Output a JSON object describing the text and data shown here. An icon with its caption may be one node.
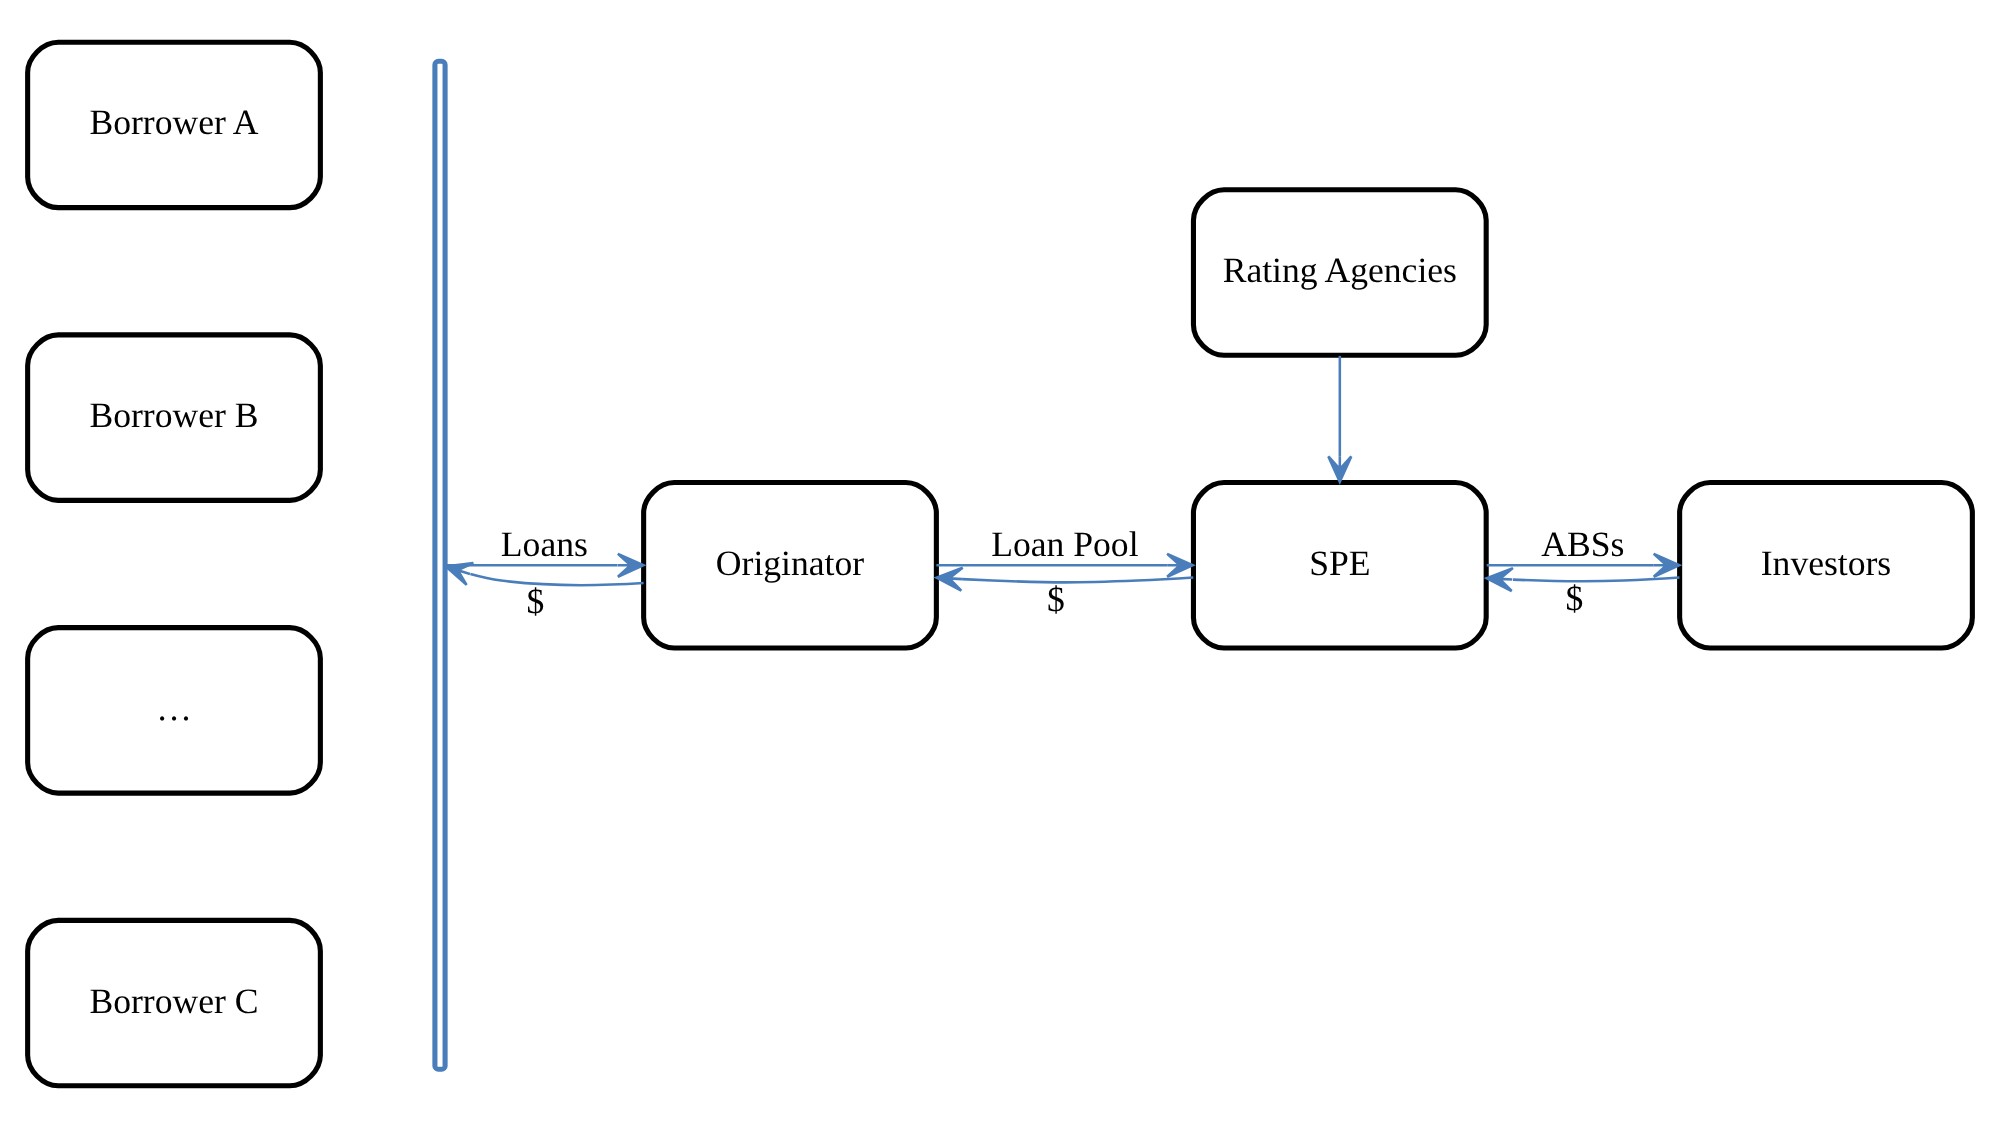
{
  "diagram": {
    "nodes": [
      {
        "text": [
          "Borrower A"
        ]
      },
      {
        "text": [
          "Borrower B"
        ]
      },
      {
        "text": [
          "…"
        ]
      },
      {
        "text": [
          "Borrower C"
        ]
      },
      {
        "text": [],
        "shape": "bracket"
      },
      {
        "text": [
          "Rating Agencies"
        ]
      },
      {
        "text": [
          "Originator"
        ]
      },
      {
        "text": [
          "SPE"
        ]
      },
      {
        "text": [
          "Investors"
        ]
      }
    ],
    "edges": [
      {
        "from": 4,
        "to": 6,
        "arrow": "to",
        "label": "Loans"
      },
      {
        "from": 6,
        "to": 4,
        "arrow": "to",
        "label": "$"
      },
      {
        "from": 6,
        "to": 7,
        "arrow": "to",
        "label": "Loan Pool"
      },
      {
        "from": 7,
        "to": 6,
        "arrow": "to",
        "label": "$"
      },
      {
        "from": 5,
        "to": 7,
        "arrow": "to"
      },
      {
        "from": 7,
        "to": 8,
        "arrow": "to",
        "label": "ABSs"
      },
      {
        "from": 8,
        "to": 7,
        "arrow": "to",
        "label": "$"
      }
    ]
  }
}
